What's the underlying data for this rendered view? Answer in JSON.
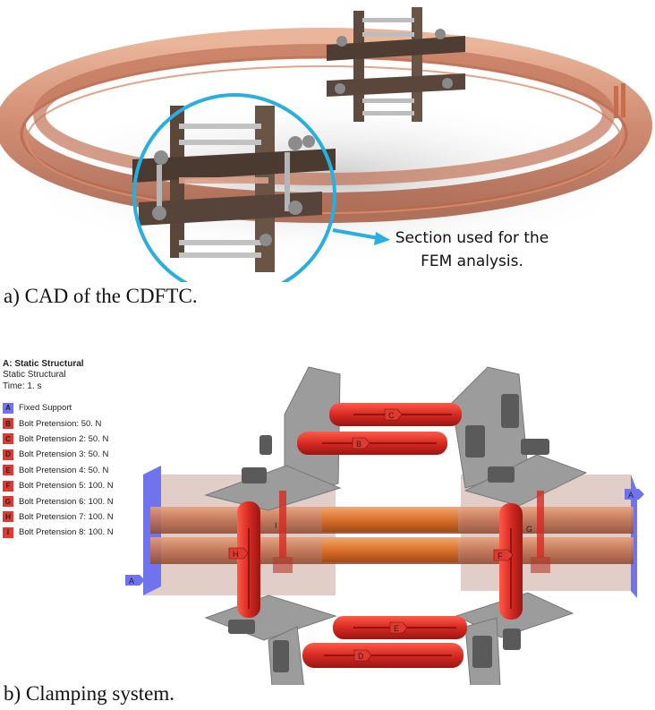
{
  "figure_a": {
    "callout": [
      "Section used for the",
      "FEM analysis."
    ],
    "caption": "a)  CAD of the CDFTC."
  },
  "figure_b": {
    "legend": {
      "title": "A: Static Structural",
      "subtitle": "Static Structural",
      "time": "Time: 1. s",
      "items": [
        {
          "key": "A",
          "label": "Fixed Support",
          "color": "#6f73ee"
        },
        {
          "key": "B",
          "label": "Bolt Pretension: 50. N",
          "color": "#e0392f"
        },
        {
          "key": "C",
          "label": "Bolt Pretension 2: 50. N",
          "color": "#e0392f"
        },
        {
          "key": "D",
          "label": "Bolt Pretension 3: 50. N",
          "color": "#e0392f"
        },
        {
          "key": "E",
          "label": "Bolt Pretension 4: 50. N",
          "color": "#e0392f"
        },
        {
          "key": "F",
          "label": "Bolt Pretension 5: 100. N",
          "color": "#e0392f"
        },
        {
          "key": "G",
          "label": "Bolt Pretension 6: 100. N",
          "color": "#e0392f"
        },
        {
          "key": "H",
          "label": "Bolt Pretension 7: 100. N",
          "color": "#e0392f"
        },
        {
          "key": "I",
          "label": "Bolt Pretension 8: 100. N",
          "color": "#e0392f"
        }
      ]
    },
    "markers": {
      "A": "A",
      "B": "B",
      "C": "C",
      "D": "D",
      "E": "E",
      "F": "F",
      "G": "G",
      "H": "H",
      "I": "I"
    },
    "caption": "b)  Clamping system."
  }
}
